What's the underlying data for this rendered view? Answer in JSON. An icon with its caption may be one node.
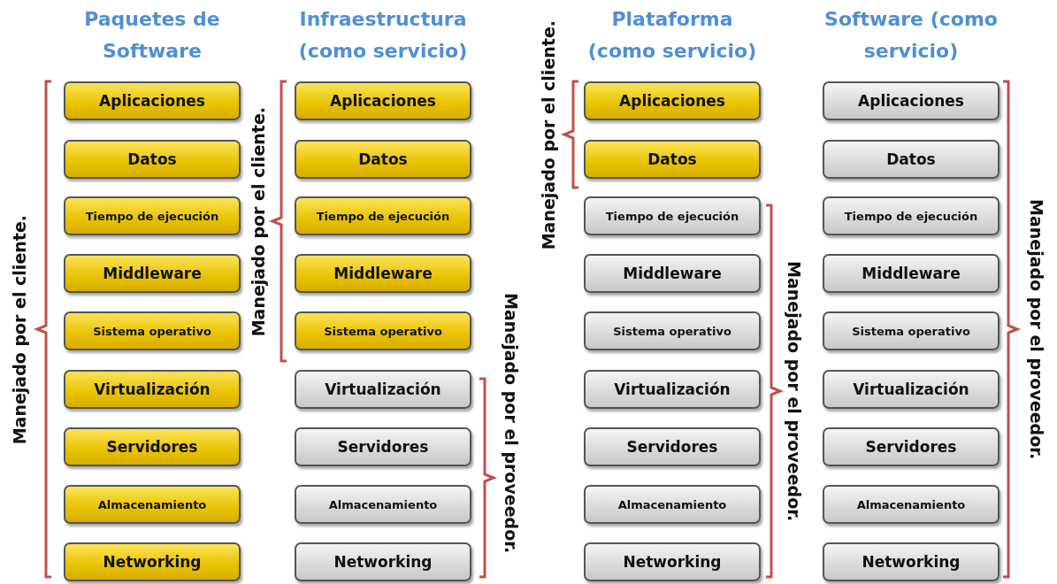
{
  "diagram": {
    "nodes": [
      {
        "text": [
          "Aplicaciones"
        ]
      },
      {
        "text": [
          "Datos"
        ]
      },
      {
        "text": [
          "Tiempo de ejecución"
        ]
      },
      {
        "text": [
          "Middleware"
        ]
      },
      {
        "text": [
          "Sistema operativo"
        ]
      },
      {
        "text": [
          "Virtualización"
        ]
      },
      {
        "text": [
          "Servidores"
        ]
      },
      {
        "text": [
          "Almacenamiento"
        ]
      },
      {
        "text": [
          "Networking"
        ]
      },
      {
        "text": [
          "Aplicaciones"
        ]
      },
      {
        "text": [
          "Datos"
        ]
      },
      {
        "text": [
          "Tiempo de ejecución"
        ]
      },
      {
        "text": [
          "Middleware"
        ]
      },
      {
        "text": [
          "Sistema operativo"
        ]
      },
      {
        "text": [
          "Virtualización"
        ]
      },
      {
        "text": [
          "Servidores"
        ]
      },
      {
        "text": [
          "Almacenamiento"
        ]
      },
      {
        "text": [
          "Networking"
        ]
      },
      {
        "text": [
          "Aplicaciones"
        ]
      },
      {
        "text": [
          "Datos"
        ]
      },
      {
        "text": [
          "Tiempo de ejecución"
        ]
      },
      {
        "text": [
          "Middleware"
        ]
      },
      {
        "text": [
          "Sistema operativo"
        ]
      },
      {
        "text": [
          "Virtualización"
        ]
      },
      {
        "text": [
          "Servidores"
        ]
      },
      {
        "text": [
          "Almacenamiento"
        ]
      },
      {
        "text": [
          "Networking"
        ]
      },
      {
        "text": [
          "Aplicaciones"
        ]
      },
      {
        "text": [
          "Datos"
        ]
      },
      {
        "text": [
          "Tiempo de ejecución"
        ]
      },
      {
        "text": [
          "Middleware"
        ]
      },
      {
        "text": [
          "Sistema operativo"
        ]
      },
      {
        "text": [
          "Virtualización"
        ]
      },
      {
        "text": [
          "Servidores"
        ]
      },
      {
        "text": [
          "Almacenamiento"
        ]
      },
      {
        "text": [
          "Networking"
        ]
      }
    ],
    "labels": [
      "Paquetes de Software",
      "Infraestructura (como servicio)",
      "Plataforma (como servicio)",
      "Software (como servicio)",
      "Manejado por el cliente.",
      "Manejado por el cliente.",
      "Manejado por el proveedor.",
      "Manejado por el cliente.",
      "Manejado por el proveedor.",
      "Manejado por el proveedor."
    ]
  }
}
